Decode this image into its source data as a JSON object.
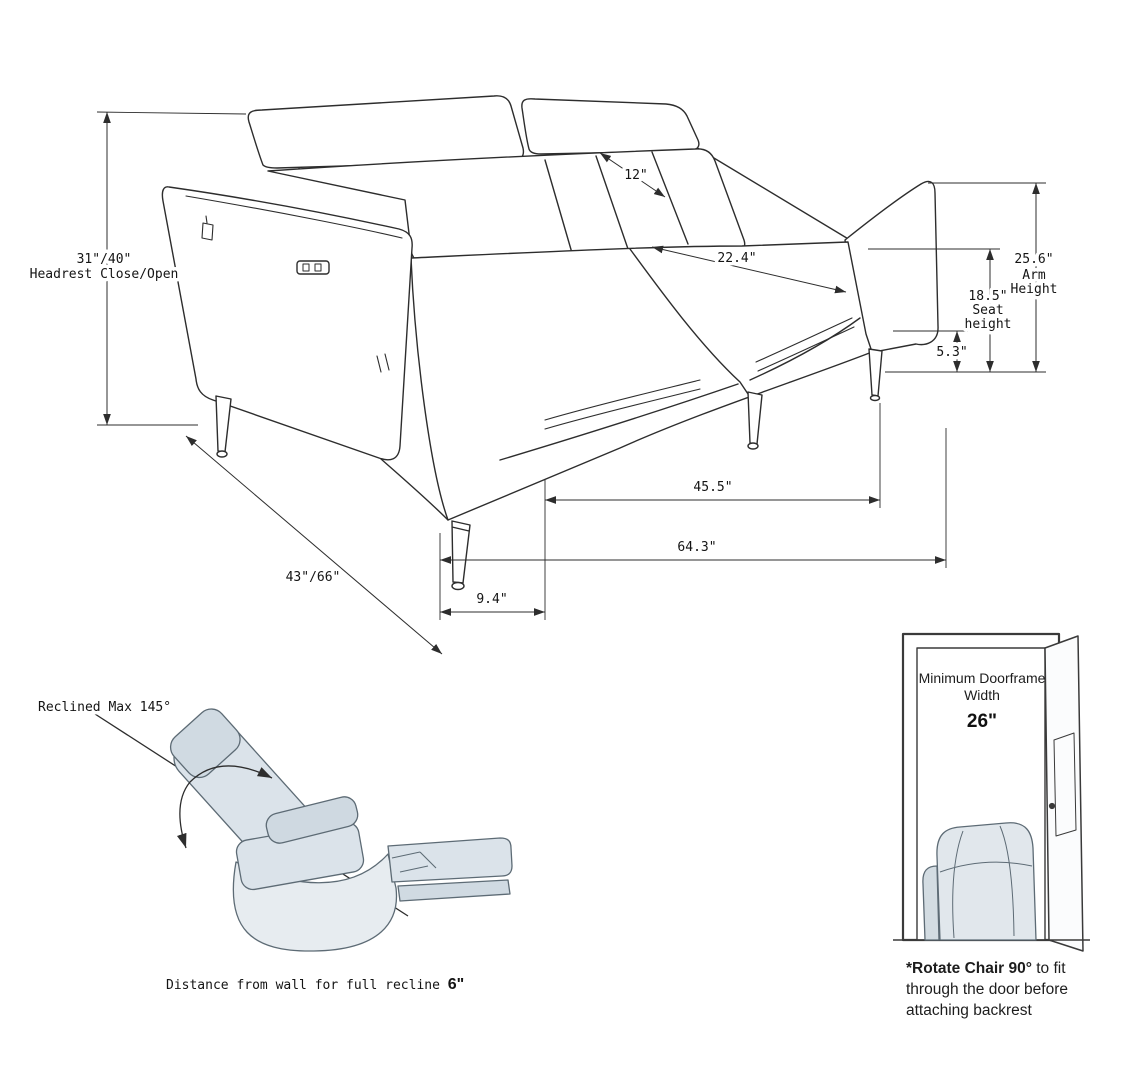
{
  "sofa_diagram": {
    "dims": {
      "headrest_value": "31\"/40\"",
      "headrest_label": "Headrest Close/Open",
      "backrest_top": "12\"",
      "seat_depth": "22.4\"",
      "seat_height_value": "18.5\"",
      "seat_height_word1": "Seat",
      "seat_height_word2": "height",
      "arm_height_value": "25.6\"",
      "arm_height_word1": "Arm",
      "arm_height_word2": "Height",
      "base_clearance": "5.3\"",
      "inner_width": "45.5\"",
      "overall_width": "64.3\"",
      "depth_closed_open": "43\"/66\"",
      "leg_inset": "9.4\""
    }
  },
  "recliner_diagram": {
    "recline_label": "Reclined Max 145°",
    "caption_text": "Distance from wall for full recline ",
    "caption_value": "6\""
  },
  "door_diagram": {
    "title_line1": "Minimum Doorframe",
    "title_line2": "Width",
    "width_value": "26\"",
    "note_bold": "*Rotate Chair 90° ",
    "note_rest": "to fit",
    "note_line2": "through the door before",
    "note_line3": "attaching backrest"
  }
}
